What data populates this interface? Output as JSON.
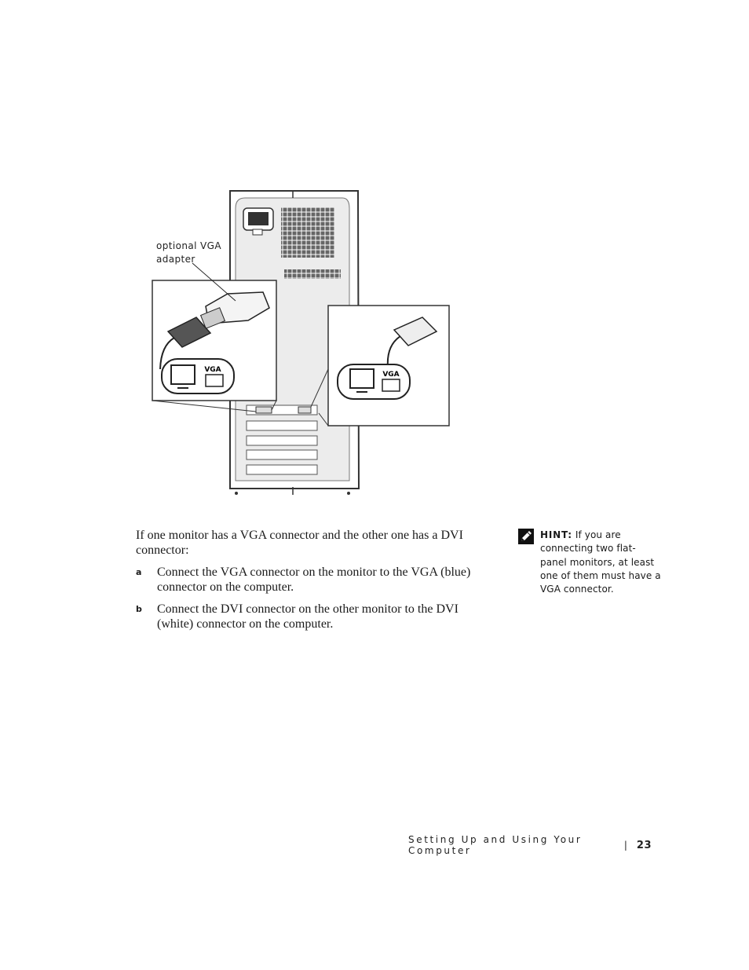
{
  "figure": {
    "callout_label": "optional VGA adapter",
    "port_label_left": "VGA",
    "port_label_right": "VGA"
  },
  "content": {
    "intro": "If one monitor has a VGA connector and the other one has a DVI connector:",
    "steps": [
      {
        "letter": "a",
        "text": "Connect the VGA connector on the monitor to the VGA (blue) connector on the computer."
      },
      {
        "letter": "b",
        "text": "Connect the DVI connector on the other monitor to the DVI (white) connector on the computer."
      }
    ]
  },
  "note": {
    "icon": "pencil-note-icon",
    "label": "HINT:",
    "text": "If you are connecting two flat-panel monitors, at least one of them must have a VGA connector."
  },
  "footer": {
    "section_title": "Setting Up and Using Your Computer",
    "separator": "|",
    "page_number": "23"
  }
}
